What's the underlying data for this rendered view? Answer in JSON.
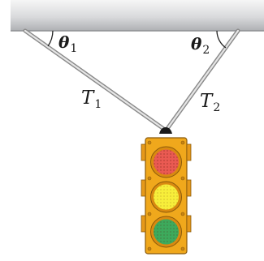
{
  "labels": {
    "theta1": {
      "symbol": "θ",
      "subscript": "1"
    },
    "theta2": {
      "symbol": "θ",
      "subscript": "2"
    },
    "tension1": {
      "symbol": "T",
      "subscript": "1"
    },
    "tension2": {
      "symbol": "T",
      "subscript": "2"
    }
  },
  "colors": {
    "ceiling_top": "#f4f4f4",
    "ceiling_bottom": "#b7b9bc",
    "cable": "#9a9a9a",
    "housing": "#f0a81c",
    "red_light": "#ea5a52",
    "yellow_light": "#f7ee3a",
    "green_light": "#3daa5c"
  }
}
